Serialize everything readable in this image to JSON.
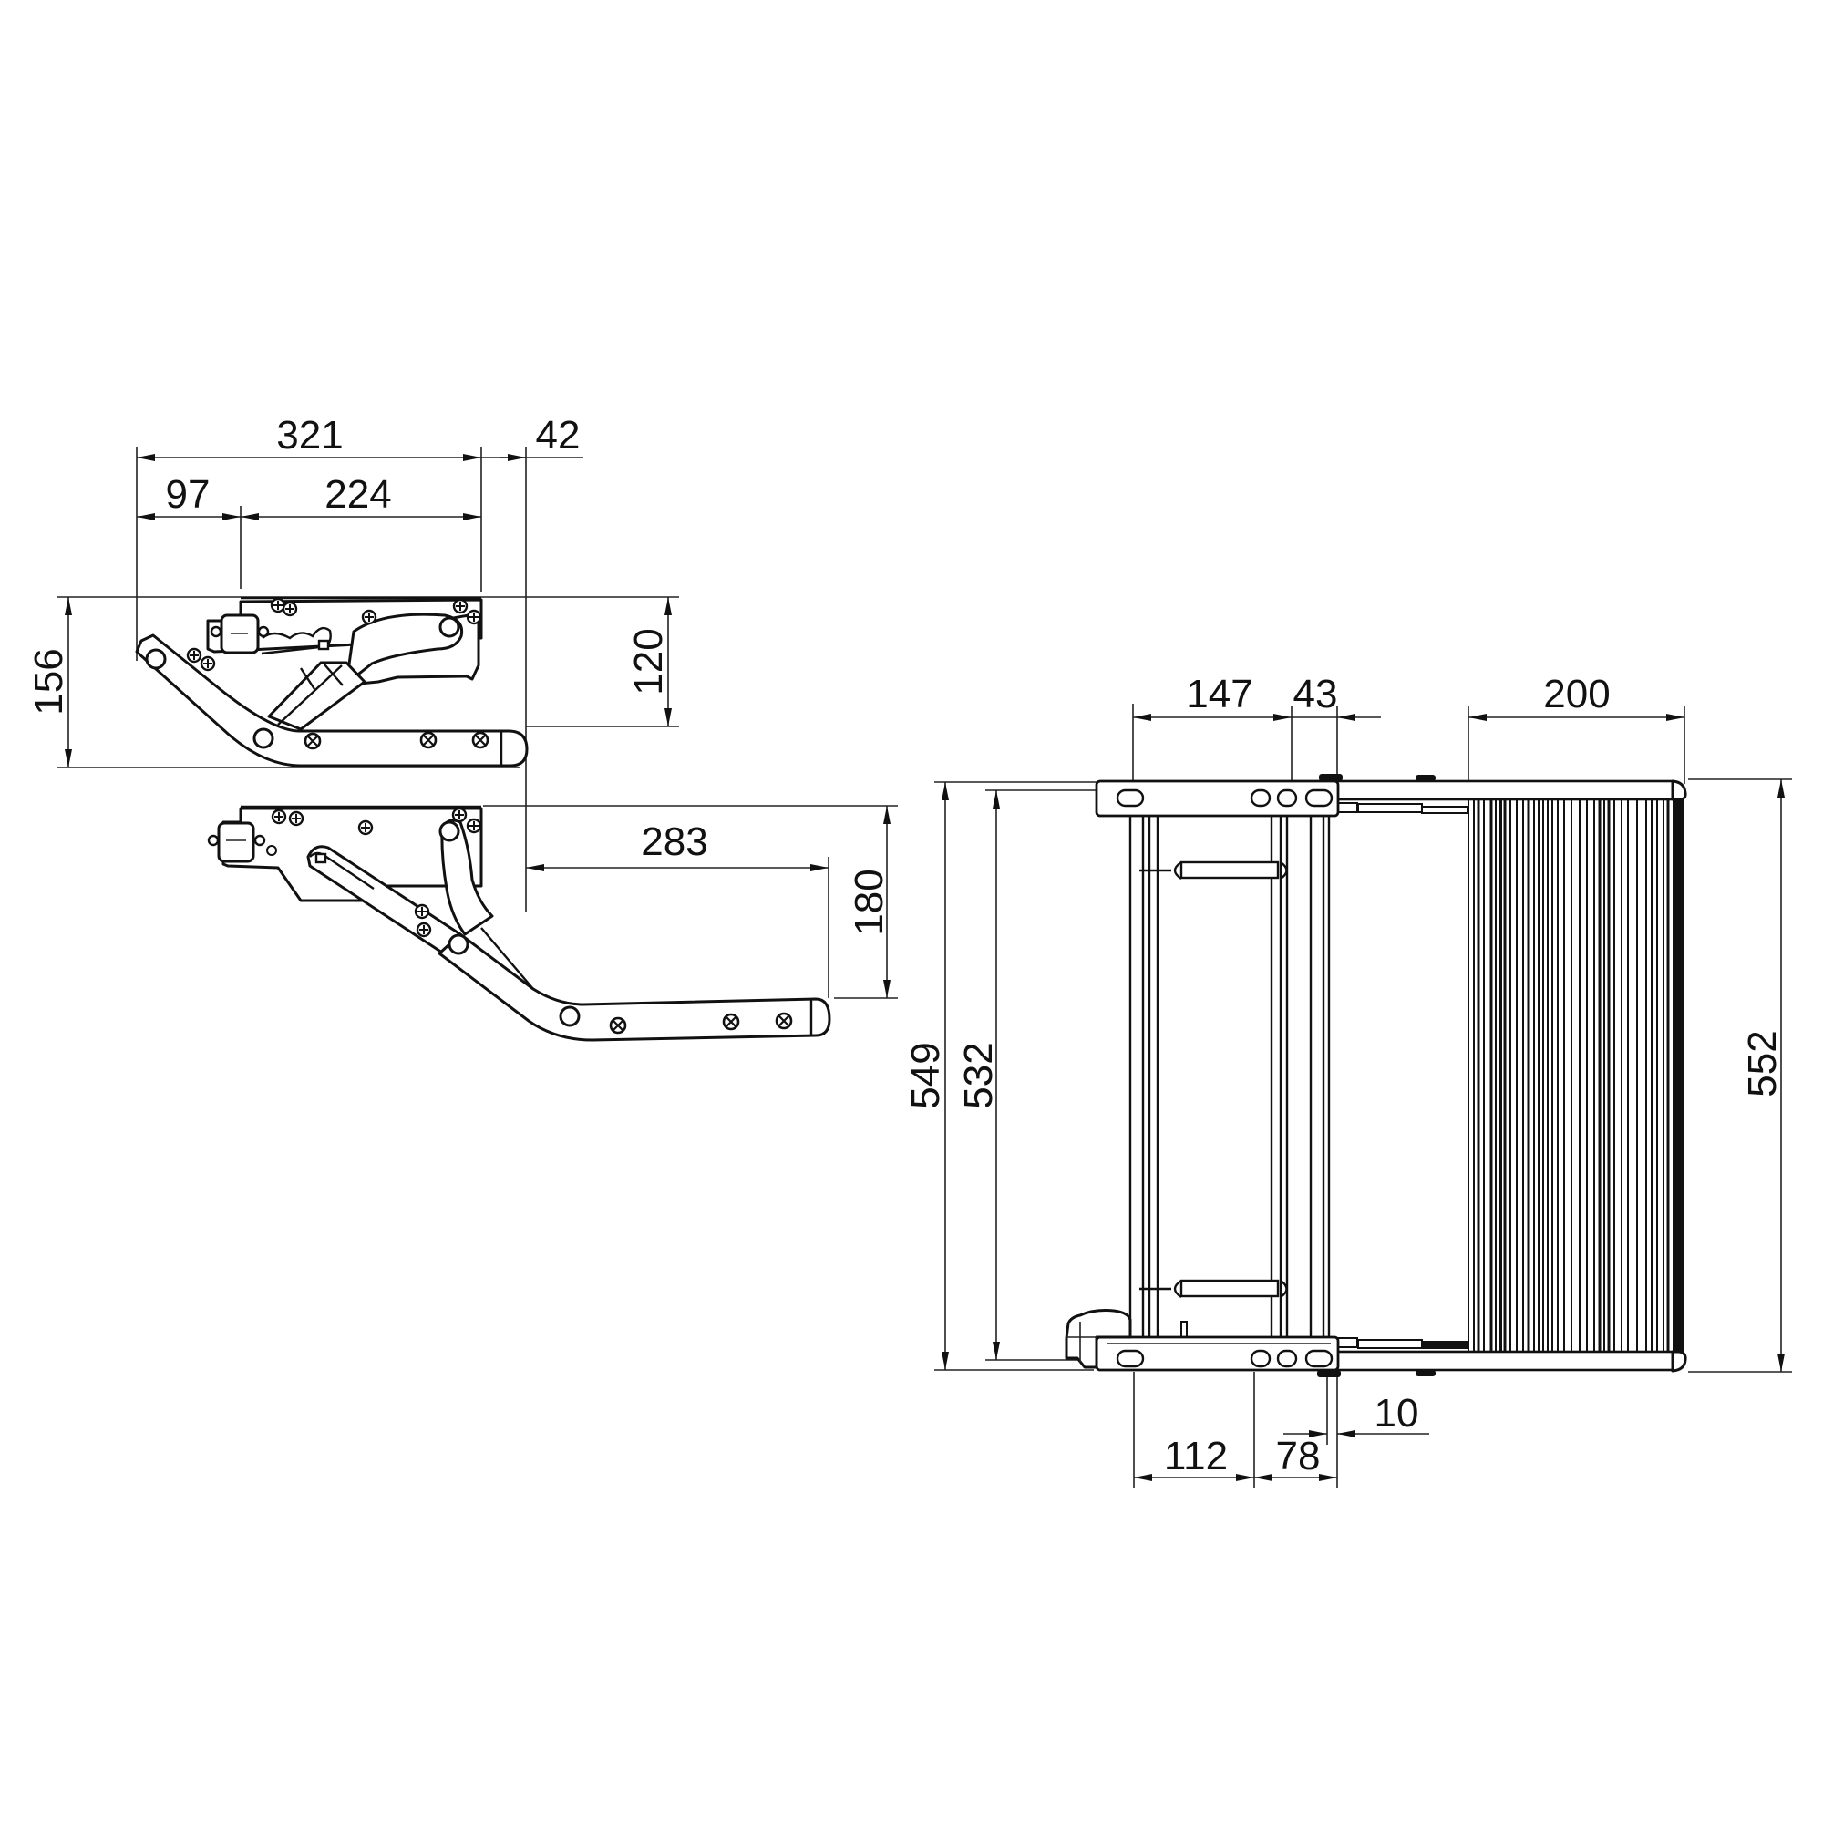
{
  "drawing": {
    "type": "technical-drawing",
    "subject": "retractable step - side views (retracted / extended) and top view",
    "colors": {
      "line": "#111111",
      "background": "#ffffff"
    }
  },
  "side_view_retracted": {
    "dimensions": {
      "overall_length": "321",
      "offset_to_pivot": "97",
      "pivot_to_end": "224",
      "overhang": "42",
      "overall_height": "156",
      "mount_height": "120"
    }
  },
  "side_view_extended": {
    "dimensions": {
      "reach": "283",
      "drop": "180"
    }
  },
  "top_view": {
    "dimensions": {
      "bracket_hole_spacing": "147",
      "bracket_offset": "43",
      "tread_depth": "200",
      "overall_width": "549",
      "hole_span": "532",
      "tread_width": "552",
      "bottom_hole_spacing": "112",
      "bottom_offset": "78",
      "gap": "10"
    }
  }
}
